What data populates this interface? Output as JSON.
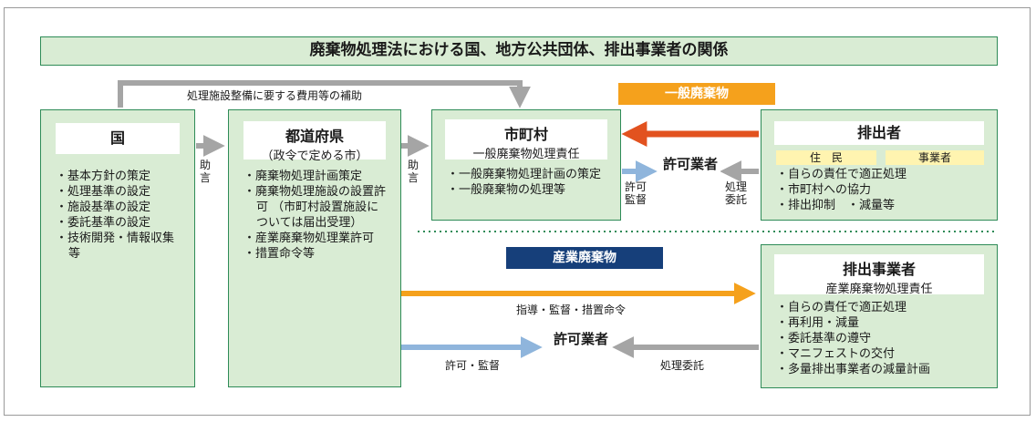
{
  "title": "廃棄物処理法における国、地方公共団体、排出事業者の関係",
  "top_subsidy_label": "処理施設整備に要する費用等の補助",
  "kuni": {
    "header": "国",
    "items": [
      "基本方針の策定",
      "処理基準の設定",
      "施設基準の設定",
      "委託基準の設定",
      "技術開発・情報収集等"
    ]
  },
  "advice_label": "助言",
  "todofuken": {
    "header": "都道府県",
    "sub": "（政令で定める市）",
    "items": [
      "廃棄物処理計画策定",
      "廃棄物処理施設の設置許可 （市町村設置施設については届出受理）",
      "産業廃棄物処理業許可",
      "措置命令等"
    ]
  },
  "shichoson": {
    "header": "市町村",
    "sub": "一般廃棄物処理責任",
    "items": [
      "一般廃棄物処理計画の策定",
      "一般廃棄物の処理等"
    ]
  },
  "ippan_badge": "一般廃棄物",
  "sangyo_badge": "産業廃棄物",
  "kyoka_top": "許可業者",
  "kyoka_bottom": "許可業者",
  "kyoka_kantoku_label": "許可監督",
  "shori_itaku_label": "処理委託",
  "haishutsusha": {
    "header": "排出者",
    "tags": [
      "住　民",
      "事業者"
    ],
    "items": [
      "自らの責任で適正処理",
      "市町村への協力",
      "排出抑制　・減量等"
    ]
  },
  "haishutsu_jigyosha": {
    "header": "排出事業者",
    "sub": "産業廃棄物処理責任",
    "items": [
      "自らの責任で適正処理",
      "再利用・減量",
      "委託基準の遵守",
      "マニフェストの交付",
      "多量排出事業者の減量計画"
    ]
  },
  "shido_label": "指導・監督・措置命令",
  "kyoka_kantoku_bottom_label": "許可・監督",
  "shori_itaku_bottom_label": "処理委託",
  "colors": {
    "green_fill": "#d9ecd4",
    "green_border": "#2e8b57",
    "orange": "#f5a11c",
    "red_orange": "#e2521f",
    "blue_arrow": "#8fb5dc",
    "gray_arrow": "#a5a5a5",
    "navy_badge": "#163f7a"
  }
}
